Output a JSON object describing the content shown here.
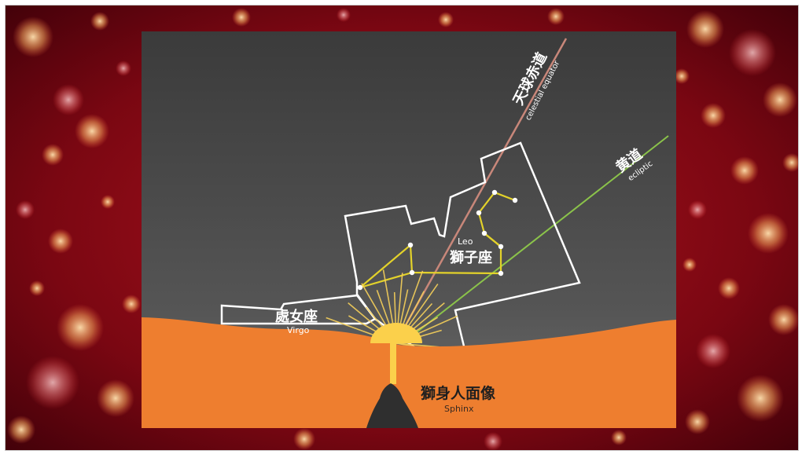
{
  "colors": {
    "background_deep": "#3a0008",
    "background_red": "#a8121e",
    "bokeh_warm": "#ffd9a0",
    "panel_top": "#3d3d3d",
    "panel_bottom": "#6a6a6a",
    "ground": "#ee7e2f",
    "constellation_outline": "#ffffff",
    "constellation_lines": "#e3d22a",
    "equator_line": "#c8877a",
    "ecliptic_line": "#8bc34a",
    "sun": "#fbd04b",
    "sphinx": "#2f2f2f"
  },
  "labels": {
    "equator_cn": "天球赤道",
    "equator_en": "celestial equator",
    "ecliptic_cn": "黄道",
    "ecliptic_en": "ecliptic",
    "leo_en": "Leo",
    "leo_cn": "獅子座",
    "virgo_cn": "處女座",
    "virgo_en": "Virgo",
    "sphinx_cn": "獅身人面像",
    "sphinx_en": "Sphinx"
  },
  "icons": {
    "sphinx": "sphinx-silhouette-icon",
    "sun": "rising-sun-icon"
  }
}
